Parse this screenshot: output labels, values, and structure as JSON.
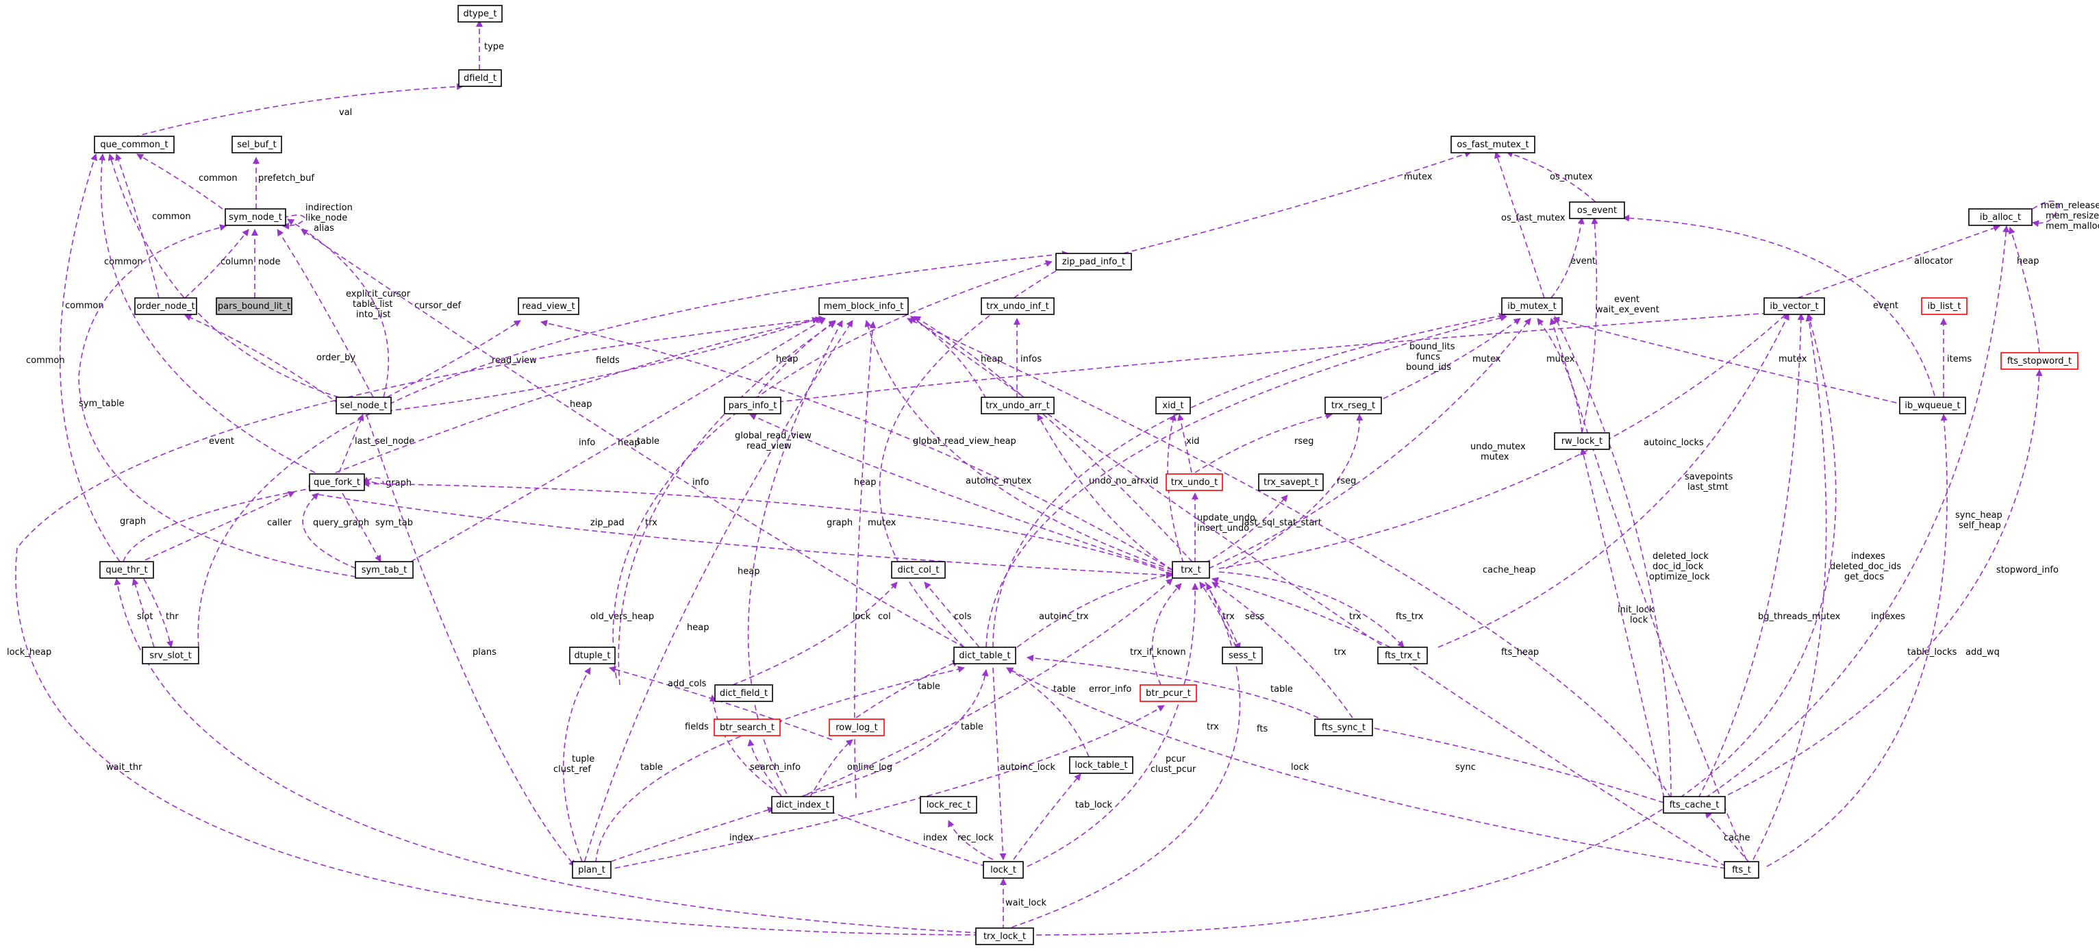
{
  "colors": {
    "edge": "#9a32cd",
    "node_border": "#000000",
    "truncated_border": "#ff0000",
    "focus_fill": "#bfbfbf",
    "background": "#ffffff"
  },
  "nodes": [
    {
      "id": "dtype_t",
      "label": "dtype_t"
    },
    {
      "id": "dfield_t",
      "label": "dfield_t"
    },
    {
      "id": "que_common_t",
      "label": "que_common_t"
    },
    {
      "id": "sel_buf_t",
      "label": "sel_buf_t"
    },
    {
      "id": "sym_node_t",
      "label": "sym_node_t"
    },
    {
      "id": "order_node_t",
      "label": "order_node_t"
    },
    {
      "id": "pars_bound_lit_t",
      "label": "pars_bound_lit_t",
      "focus": true
    },
    {
      "id": "read_view_t",
      "label": "read_view_t"
    },
    {
      "id": "mem_block_info_t",
      "label": "mem_block_info_t"
    },
    {
      "id": "trx_undo_inf_t",
      "label": "trx_undo_inf_t"
    },
    {
      "id": "zip_pad_info_t",
      "label": "zip_pad_info_t"
    },
    {
      "id": "os_fast_mutex_t",
      "label": "os_fast_mutex_t"
    },
    {
      "id": "os_event",
      "label": "os_event"
    },
    {
      "id": "ib_alloc_t",
      "label": "ib_alloc_t"
    },
    {
      "id": "ib_mutex_t",
      "label": "ib_mutex_t"
    },
    {
      "id": "ib_vector_t",
      "label": "ib_vector_t"
    },
    {
      "id": "ib_list_t",
      "label": "ib_list_t",
      "truncated": true
    },
    {
      "id": "fts_stopword_t",
      "label": "fts_stopword_t",
      "truncated": true
    },
    {
      "id": "sel_node_t",
      "label": "sel_node_t"
    },
    {
      "id": "pars_info_t",
      "label": "pars_info_t"
    },
    {
      "id": "trx_undo_arr_t",
      "label": "trx_undo_arr_t"
    },
    {
      "id": "xid_t",
      "label": "xid_t"
    },
    {
      "id": "trx_rseg_t",
      "label": "trx_rseg_t"
    },
    {
      "id": "rw_lock_t",
      "label": "rw_lock_t"
    },
    {
      "id": "ib_wqueue_t",
      "label": "ib_wqueue_t"
    },
    {
      "id": "que_fork_t",
      "label": "que_fork_t"
    },
    {
      "id": "trx_undo_t",
      "label": "trx_undo_t",
      "truncated": true
    },
    {
      "id": "trx_savept_t",
      "label": "trx_savept_t"
    },
    {
      "id": "que_thr_t",
      "label": "que_thr_t"
    },
    {
      "id": "sym_tab_t",
      "label": "sym_tab_t"
    },
    {
      "id": "dict_col_t",
      "label": "dict_col_t"
    },
    {
      "id": "trx_t",
      "label": "trx_t"
    },
    {
      "id": "srv_slot_t",
      "label": "srv_slot_t"
    },
    {
      "id": "dtuple_t",
      "label": "dtuple_t"
    },
    {
      "id": "dict_table_t",
      "label": "dict_table_t"
    },
    {
      "id": "sess_t",
      "label": "sess_t"
    },
    {
      "id": "fts_trx_t",
      "label": "fts_trx_t"
    },
    {
      "id": "dict_field_t",
      "label": "dict_field_t"
    },
    {
      "id": "btr_pcur_t",
      "label": "btr_pcur_t",
      "truncated": true
    },
    {
      "id": "fts_sync_t",
      "label": "fts_sync_t"
    },
    {
      "id": "btr_search_t",
      "label": "btr_search_t",
      "truncated": true
    },
    {
      "id": "row_log_t",
      "label": "row_log_t",
      "truncated": true
    },
    {
      "id": "lock_table_t",
      "label": "lock_table_t"
    },
    {
      "id": "dict_index_t",
      "label": "dict_index_t"
    },
    {
      "id": "lock_rec_t",
      "label": "lock_rec_t"
    },
    {
      "id": "fts_cache_t",
      "label": "fts_cache_t"
    },
    {
      "id": "plan_t",
      "label": "plan_t"
    },
    {
      "id": "lock_t",
      "label": "lock_t"
    },
    {
      "id": "fts_t",
      "label": "fts_t"
    },
    {
      "id": "trx_lock_t",
      "label": "trx_lock_t"
    }
  ],
  "edges": [
    {
      "id": "e_type",
      "label": "type"
    },
    {
      "id": "e_val",
      "label": "val"
    },
    {
      "id": "e_common_sym",
      "label": "common"
    },
    {
      "id": "e_prefetch",
      "label": "prefetch_buf"
    },
    {
      "id": "e_sym_self",
      "label": "indirection\nlike_node\nalias"
    },
    {
      "id": "e_common_order",
      "label": "common"
    },
    {
      "id": "e_column",
      "label": "column"
    },
    {
      "id": "e_node",
      "label": "node"
    },
    {
      "id": "e_common_sel",
      "label": "common"
    },
    {
      "id": "e_common_fork",
      "label": "common"
    },
    {
      "id": "e_common_thr",
      "label": "common"
    },
    {
      "id": "e_cursors",
      "label": "explicit_cursor\ntable_list\ninto_list"
    },
    {
      "id": "e_cursor_def",
      "label": "cursor_def"
    },
    {
      "id": "e_order_by",
      "label": "order_by"
    },
    {
      "id": "e_read_view",
      "label": "read_view"
    },
    {
      "id": "e_fields",
      "label": "fields"
    },
    {
      "id": "e_sym_table",
      "label": "sym_table"
    },
    {
      "id": "e_last_sel",
      "label": "last_sel_node"
    },
    {
      "id": "e_heap_info",
      "label": "heap"
    },
    {
      "id": "e_heap_fork",
      "label": "heap"
    },
    {
      "id": "e_heap_sym",
      "label": "heap"
    },
    {
      "id": "e_heap_undo",
      "label": "heap"
    },
    {
      "id": "e_heap_trx",
      "label": "heap"
    },
    {
      "id": "e_heap_index",
      "label": "heap"
    },
    {
      "id": "e_heap_plan",
      "label": "heap"
    },
    {
      "id": "e_infos",
      "label": "infos"
    },
    {
      "id": "e_mutex_zip",
      "label": "mutex"
    },
    {
      "id": "e_os_mutex",
      "label": "os_mutex"
    },
    {
      "id": "e_os_fast_mutex",
      "label": "os_fast_mutex"
    },
    {
      "id": "e_event_mutex",
      "label": "event"
    },
    {
      "id": "e_event_rw",
      "label": "event\nwait_ex_event"
    },
    {
      "id": "e_event_wq",
      "label": "event"
    },
    {
      "id": "e_allocator",
      "label": "allocator"
    },
    {
      "id": "e_alloc_self",
      "label": "mem_release\nmem_resize\nmem_malloc"
    },
    {
      "id": "e_heap_stop",
      "label": "heap"
    },
    {
      "id": "e_items",
      "label": "items"
    },
    {
      "id": "e_mutex_wq",
      "label": "mutex"
    },
    {
      "id": "e_mutex_rw",
      "label": "mutex"
    },
    {
      "id": "e_mutex_rseg",
      "label": "mutex"
    },
    {
      "id": "e_undo_mutex",
      "label": "undo_mutex\nmutex"
    },
    {
      "id": "e_bound",
      "label": "bound_lits\nfuncs\nbound_ids"
    },
    {
      "id": "e_graph_fork",
      "label": "graph"
    },
    {
      "id": "e_graph_thr",
      "label": "graph"
    },
    {
      "id": "e_graph_trx",
      "label": "graph"
    },
    {
      "id": "e_caller",
      "label": "caller"
    },
    {
      "id": "e_query_graph",
      "label": "query_graph"
    },
    {
      "id": "e_sym_tab",
      "label": "sym_tab"
    },
    {
      "id": "e_info_trx",
      "label": "info"
    },
    {
      "id": "e_info_zip",
      "label": "info"
    },
    {
      "id": "e_gview",
      "label": "global_read_view\nread_view"
    },
    {
      "id": "e_gview_heap",
      "label": "global_read_view_heap"
    },
    {
      "id": "e_trx",
      "label": "trx"
    },
    {
      "id": "e_trx_sess",
      "label": "trx"
    },
    {
      "id": "e_trx_fts",
      "label": "trx"
    },
    {
      "id": "e_trx_sync",
      "label": "trx"
    },
    {
      "id": "e_event_slot",
      "label": "event"
    },
    {
      "id": "e_slot",
      "label": "slot"
    },
    {
      "id": "e_thr",
      "label": "thr"
    },
    {
      "id": "e_zip_pad",
      "label": "zip_pad"
    },
    {
      "id": "e_autoinc_mutex",
      "label": "autoinc_mutex"
    },
    {
      "id": "e_undo_no_arr",
      "label": "undo_no_arr"
    },
    {
      "id": "e_xid_trx",
      "label": "xid"
    },
    {
      "id": "e_xid_undo",
      "label": "xid"
    },
    {
      "id": "e_rseg_undo",
      "label": "rseg"
    },
    {
      "id": "e_rseg_trx",
      "label": "rseg"
    },
    {
      "id": "e_update_undo",
      "label": "update_undo\ninsert_undo"
    },
    {
      "id": "e_last_sql",
      "label": "last_sql_stat_start"
    },
    {
      "id": "e_autoinc_locks",
      "label": "autoinc_locks"
    },
    {
      "id": "e_savepoints",
      "label": "savepoints\nlast_stmt"
    },
    {
      "id": "e_sess",
      "label": "sess"
    },
    {
      "id": "e_fts_trx",
      "label": "fts_trx"
    },
    {
      "id": "e_cols",
      "label": "cols"
    },
    {
      "id": "e_col",
      "label": "col"
    },
    {
      "id": "e_autoinc_trx",
      "label": "autoinc_trx"
    },
    {
      "id": "e_trx_if_known",
      "label": "trx_if_known"
    },
    {
      "id": "e_lock",
      "label": "lock"
    },
    {
      "id": "e_mutex_table",
      "label": "mutex"
    },
    {
      "id": "e_old_vers",
      "label": "old_vers_heap"
    },
    {
      "id": "e_add_cols",
      "label": "add_cols"
    },
    {
      "id": "e_table_row",
      "label": "table"
    },
    {
      "id": "e_table_index",
      "label": "table"
    },
    {
      "id": "e_table_plan",
      "label": "table"
    },
    {
      "id": "e_table_lock",
      "label": "table"
    },
    {
      "id": "e_table_sync",
      "label": "table"
    },
    {
      "id": "e_table_que",
      "label": "table"
    },
    {
      "id": "e_fields_index",
      "label": "fields"
    },
    {
      "id": "e_search_info",
      "label": "search_info"
    },
    {
      "id": "e_online_log",
      "label": "online_log"
    },
    {
      "id": "e_error_info",
      "label": "error_info"
    },
    {
      "id": "e_pcur",
      "label": "pcur\nclust_pcur"
    },
    {
      "id": "e_tuple",
      "label": "tuple\nclust_ref"
    },
    {
      "id": "e_index_plan",
      "label": "index"
    },
    {
      "id": "e_index_lock",
      "label": "index"
    },
    {
      "id": "e_autoinc_lock",
      "label": "autoinc_lock"
    },
    {
      "id": "e_tab_lock",
      "label": "tab_lock"
    },
    {
      "id": "e_rec_lock",
      "label": "rec_lock"
    },
    {
      "id": "e_trx_lock",
      "label": "trx"
    },
    {
      "id": "e_fts",
      "label": "fts"
    },
    {
      "id": "e_lock_trx",
      "label": "lock"
    },
    {
      "id": "e_wait_lock",
      "label": "wait_lock"
    },
    {
      "id": "e_wait_thr",
      "label": "wait_thr"
    },
    {
      "id": "e_lock_heap",
      "label": "lock_heap"
    },
    {
      "id": "e_table_locks",
      "label": "table_locks"
    },
    {
      "id": "e_sync",
      "label": "sync"
    },
    {
      "id": "e_cache",
      "label": "cache"
    },
    {
      "id": "e_cache_heap",
      "label": "cache_heap"
    },
    {
      "id": "e_fts_heap",
      "label": "fts_heap"
    },
    {
      "id": "e_init_lock",
      "label": "init_lock\nlock"
    },
    {
      "id": "e_deleted_lock",
      "label": "deleted_lock\ndoc_id_lock\noptimize_lock"
    },
    {
      "id": "e_bg_threads",
      "label": "bg_threads_mutex"
    },
    {
      "id": "e_indexes_cache",
      "label": "indexes\ndeleted_doc_ids\nget_docs"
    },
    {
      "id": "e_indexes_fts",
      "label": "indexes"
    },
    {
      "id": "e_sync_heap",
      "label": "sync_heap\nself_heap"
    },
    {
      "id": "e_stopword",
      "label": "stopword_info"
    },
    {
      "id": "e_add_wq",
      "label": "add_wq"
    },
    {
      "id": "e_plans",
      "label": "plans"
    }
  ]
}
